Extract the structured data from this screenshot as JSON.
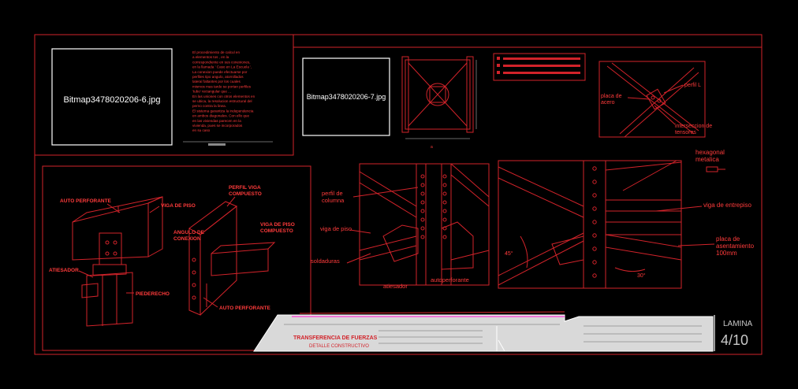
{
  "colors": {
    "background": "#000000",
    "line": "#d2232a",
    "frame": "#ffffff",
    "label": "#ff3b3b",
    "gray": "#8a8a8a",
    "sheet": "#d9d9d9",
    "magenta": "#ff3bd6"
  },
  "images": {
    "left_placeholder": "Bitmap3478020206-6.jpg",
    "mid_placeholder": "Bitmap3478020206-7.jpg"
  },
  "notes": [
    "El procedimiento de calcul en",
    "a elementos tos , en la",
    "correspondiente en sus conexiones,",
    "en la llamada ' Caso en La Escuela ',",
    "La conexion puede efectuarse por",
    "perfiles tipo angulo, atornillados",
    "lateral faltantes por los cuales",
    "mismos mas tarde se portan perfiles",
    "'tubo' rectangular que ...",
    "En las uniones con otros elementos en",
    "se ubica, la resolucion estructural del",
    "perno contra la linea.",
    "El sistema garantiza la independencia",
    "en ambos diagonales. Con ello que",
    "en las viviendas parecen en la",
    "vivienda, pues se incorporados",
    "en su caso"
  ],
  "left_labels": {
    "auto_perforante_top": "AUTO PERFORANTE",
    "viga_de_piso": "VIGA DE PISO",
    "perfil_viga": "PERFIL VIGA",
    "compuesto_top": "COMPUESTO",
    "angulo": "ANGULO DE",
    "conexion": "CONEXION",
    "viga_de_piso_2": "VIGA DE PISO",
    "compuesto": "COMPUESTO",
    "atiesador": "ATIESADOR",
    "pie_derecho": "PIEDERECHO",
    "auto_perforante_bottom": "AUTO PERFORANTE"
  },
  "top_right_labels": {
    "placa_de": "placa de",
    "acero": "acero",
    "perfil_l": "perfil L",
    "interseccion": "interseccion de",
    "tensores": "tensores"
  },
  "center_labels": {
    "perfil_de": "perfil de",
    "columna": "columna",
    "viga_de_piso": "viga de piso",
    "soldaduras": "soldaduras",
    "atiesador": "atiesador",
    "autoperforante": "autoperforante"
  },
  "right_labels": {
    "hexagonal": "hexagonal",
    "metalica": "metalica",
    "viga_entrepiso": "viga de entrepiso",
    "placa_de": "placa de",
    "asentamiento": "asentamiento",
    "medida": "100mm",
    "angle_45": "45°",
    "angle_30": "30°"
  },
  "title_block": {
    "title": "TRANSFERENCIA DE FUERZAS",
    "subtitle": "DETALLE CONSTRUCTIVO",
    "sheet_label": "LAMINA",
    "sheet_number": "4/10"
  }
}
